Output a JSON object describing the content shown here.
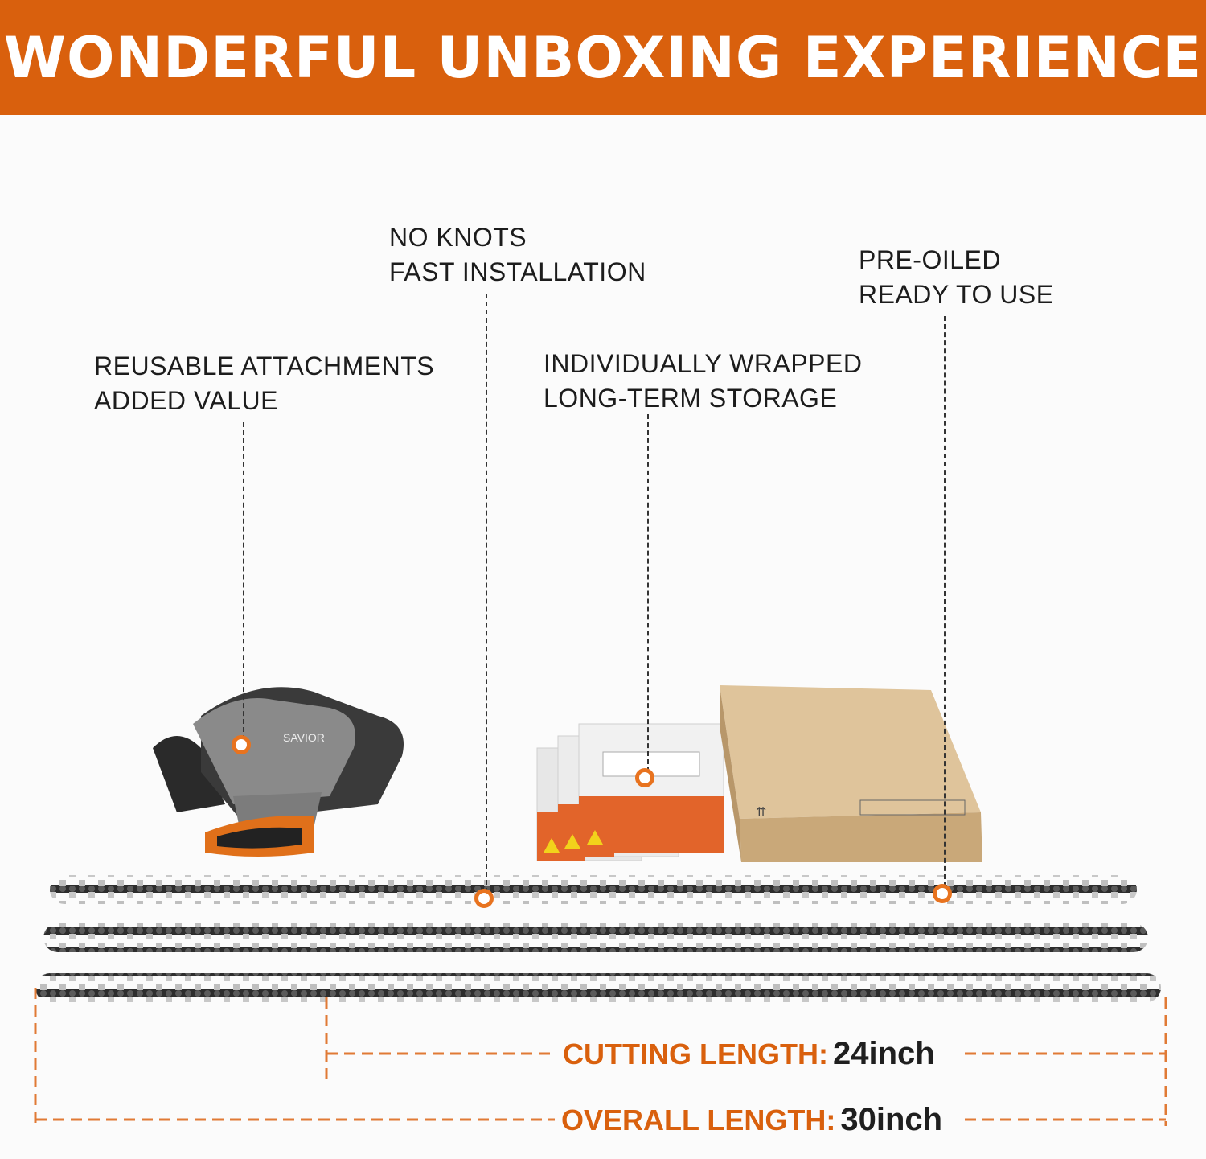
{
  "banner": {
    "title": "WONDERFUL UNBOXING EXPERIENCE",
    "color": "#d9600d"
  },
  "callouts": [
    {
      "id": "gloves",
      "line1": "REUSABLE ATTACHMENTS",
      "line2": "ADDED VALUE"
    },
    {
      "id": "no-knots",
      "line1": "NO KNOTS",
      "line2": "FAST INSTALLATION"
    },
    {
      "id": "wrapped",
      "line1": "INDIVIDUALLY WRAPPED",
      "line2": "LONG-TERM STORAGE"
    },
    {
      "id": "pre-oiled",
      "line1": "PRE-OILED",
      "line2": "READY TO USE"
    }
  ],
  "gloves": {
    "brand": "SAVIOR"
  },
  "dimensions": {
    "cutting": {
      "label": "CUTTING LENGTH:",
      "value": "24inch"
    },
    "overall": {
      "label": "OVERALL LENGTH:",
      "value": "30inch"
    }
  },
  "colors": {
    "accent": "#d9600d",
    "dot_ring": "#e8731f",
    "box": "#d8b98c",
    "chain": "#2b2b2b"
  }
}
